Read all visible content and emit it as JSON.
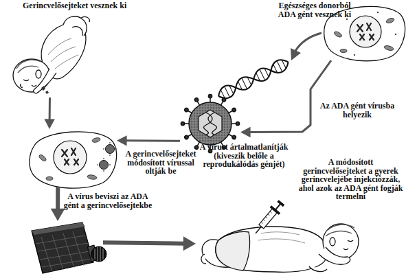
{
  "diagram": {
    "nodes": [
      {
        "text": [
          "Gerincvelősejteket vesznek ki"
        ]
      },
      {
        "text": [
          "Egészséges donorból ADA gént vesznek ki"
        ]
      },
      {
        "text": [
          "A vírust ártalmatlanítják (kiveszik belőle a reprodukálódás génjét)"
        ]
      },
      {
        "text": [
          "A gerincvelősejteket módosított vírussal oltják be"
        ]
      },
      {
        "text": [
          "A vírus beviszi az ADA gént a gerincvelősejtekbe"
        ]
      },
      {
        "text": [
          "A módosított gerincvelősejteket a gyerek gerincvelejébe injekciózzák, ahol azok az ADA gént fogják termelni"
        ]
      }
    ],
    "edges": [
      {
        "from": 0,
        "to": 3,
        "arrow": "to"
      },
      {
        "from": 1,
        "to": 2,
        "label": "Az ADA gént vírusba helyezik",
        "arrow": "to"
      },
      {
        "from": 2,
        "to": 3,
        "arrow": "to"
      },
      {
        "from": 3,
        "to": 4,
        "arrow": "to"
      },
      {
        "from": 4,
        "to": 5,
        "arrow": "to"
      }
    ]
  }
}
